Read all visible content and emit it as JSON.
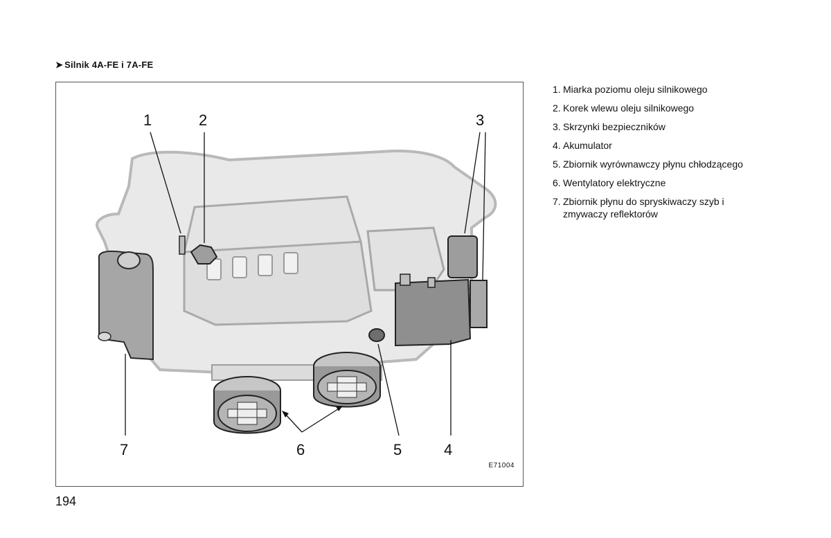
{
  "header": {
    "arrow_icon": "triangle-right-icon",
    "section_title": "Silnik 4A-FE i 7A-FE"
  },
  "figure": {
    "callouts": [
      "1",
      "2",
      "3",
      "4",
      "5",
      "6",
      "7"
    ],
    "code": "E71004"
  },
  "legend": {
    "items": [
      {
        "num": "1.",
        "text": "Miarka poziomu oleju silnikowego"
      },
      {
        "num": "2.",
        "text": "Korek wlewu oleju silnikowego"
      },
      {
        "num": "3.",
        "text": "Skrzynki bezpieczników"
      },
      {
        "num": "4.",
        "text": "Akumulator"
      },
      {
        "num": "5.",
        "text": "Zbiornik wyrównawczy płynu chłodzącego"
      },
      {
        "num": "6.",
        "text": "Wentylatory elektryczne"
      },
      {
        "num": "7.",
        "text": "Zbiornik płynu do spryskiwaczy szyb i zmywaczy reflektorów"
      }
    ]
  },
  "footer": {
    "page_number": "194"
  }
}
